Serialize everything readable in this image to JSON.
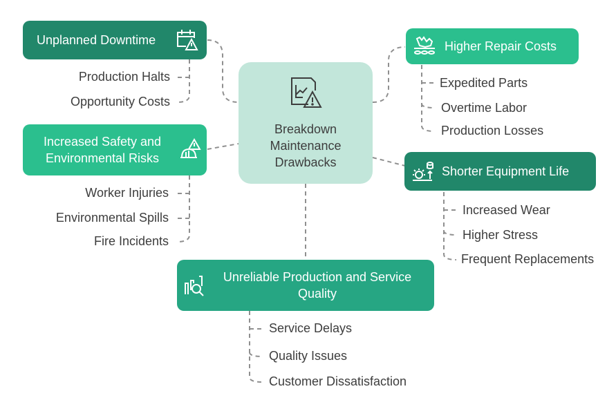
{
  "center": {
    "label": "Breakdown Maintenance Drawbacks",
    "icon": "chart-warning-icon"
  },
  "branches": [
    {
      "title": "Unplanned Downtime",
      "icon": "calendar-warning-icon",
      "color": "#21876a",
      "children": [
        "Production Halts",
        "Opportunity Costs"
      ]
    },
    {
      "title": "Increased Safety and Environmental Risks",
      "icon": "hardhat-warning-icon",
      "color": "#2bbf8e",
      "children": [
        "Worker Injuries",
        "Environmental Spills",
        "Fire Incidents"
      ]
    },
    {
      "title": "Higher Repair Costs",
      "icon": "broken-piggybank-icon",
      "color": "#2bbf8e",
      "children": [
        "Expedited Parts",
        "Overtime Labor",
        "Production Losses"
      ]
    },
    {
      "title": "Shorter Equipment Life",
      "icon": "gear-coins-icon",
      "color": "#21876a",
      "children": [
        "Increased Wear",
        "Higher Stress",
        "Frequent Replacements"
      ]
    },
    {
      "title": "Unreliable Production and Service Quality",
      "icon": "quality-search-icon",
      "color": "#26a683",
      "children": [
        "Service Delays",
        "Quality Issues",
        "Customer Dissatisfaction"
      ]
    }
  ]
}
